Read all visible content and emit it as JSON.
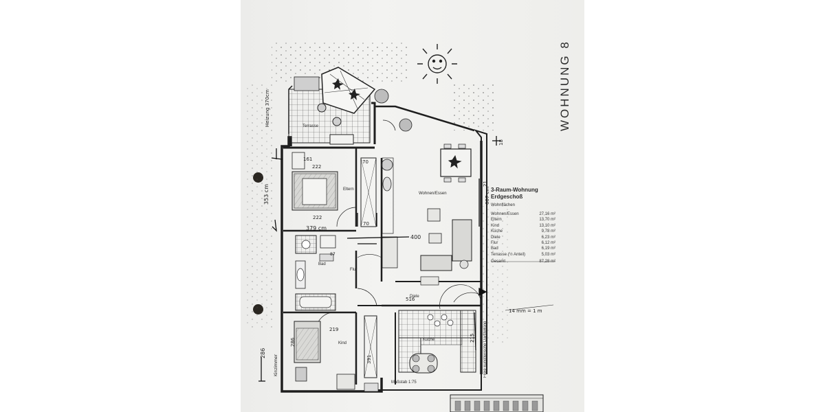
{
  "title": "WOHNUNG 8",
  "info": {
    "type": "3-Raum-Wohnung",
    "floor": "Erdgeschoß",
    "section": "Wohnflächen",
    "rows": [
      {
        "name": "Wohnen/Essen",
        "value": "27,16 m²"
      },
      {
        "name": "Eltern",
        "value": "13,70 m²"
      },
      {
        "name": "Kind",
        "value": "13,10 m²"
      },
      {
        "name": "Küche",
        "value": "9,78 m²"
      },
      {
        "name": "Diele",
        "value": "6,23 m²"
      },
      {
        "name": "Flur",
        "value": "6,12 m²"
      },
      {
        "name": "Bad",
        "value": "6,19 m²"
      },
      {
        "name": "Terrasse (½ Anteil)",
        "value": "5,03 m²"
      }
    ],
    "total_label": "Gesamt",
    "total_value": "87,28 m²"
  },
  "rooms": {
    "terrasse": "Terrasse",
    "eltern": "Eltern",
    "wohnen": "Wohnen/Essen",
    "bad": "Bad",
    "flur": "Flur",
    "diele": "Diele",
    "kind": "Kind",
    "kueche": "Küche"
  },
  "scale": "Maßstab 1:75",
  "side_note": "Freie künstlerische Darstellung",
  "handwritten": {
    "left_vert": "Heizung 370cm",
    "m161": "161",
    "m222a": "222",
    "m222b": "222",
    "m379": "379 cm",
    "m353": "353 cm",
    "m70a": "70",
    "m70b": "70",
    "m400": "400",
    "m607": "607 cm",
    "m219": "219",
    "m286a": "286",
    "m286b": "286",
    "kinzimmer": "Kinzimmer",
    "m391": "391",
    "m516": "516",
    "m215": "215",
    "m18": "18",
    "m21": "21",
    "m14": "14 mm = 1 m",
    "m87": "87"
  }
}
